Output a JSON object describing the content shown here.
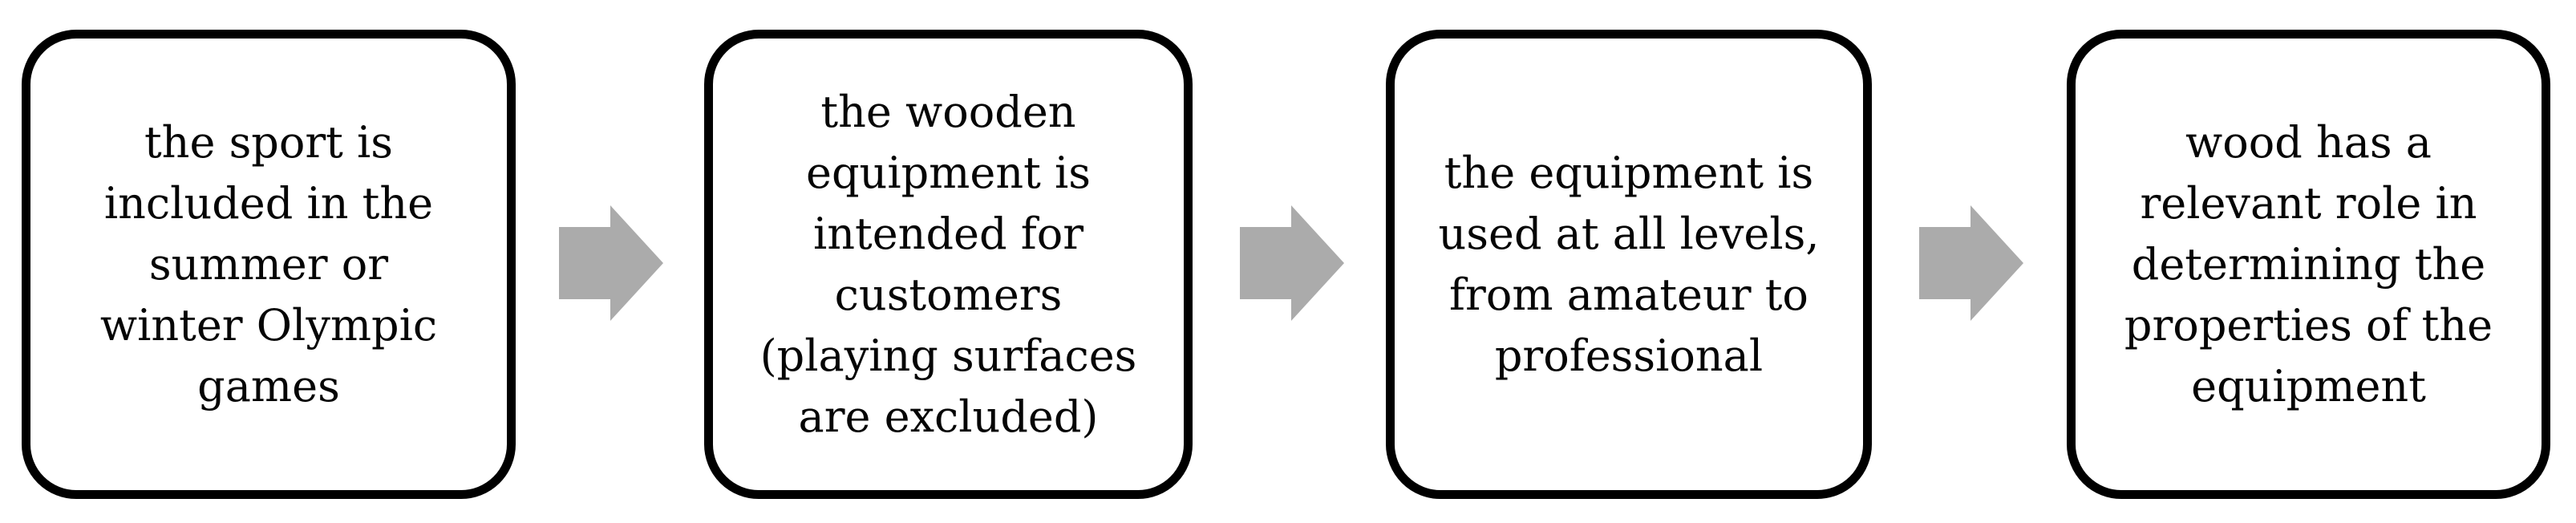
{
  "figure": {
    "background_color": "#ffffff",
    "box_border_color": "#000000",
    "text_color": "#050505",
    "arrow_color": "#ababab",
    "boxes": [
      {
        "text": "the sport is included in the summer or winter Olympic games",
        "lines": [
          "the sport is",
          "included in the",
          "summer or",
          "winter Olympic",
          "games"
        ]
      },
      {
        "text": "the wooden equipment is intended for customers (playing surfaces are excluded)",
        "lines": [
          "the wooden",
          "equipment is",
          "intended for",
          "customers",
          "(playing surfaces",
          "are excluded)"
        ]
      },
      {
        "text": "the equipment is used at all levels, from amateur to professional",
        "lines": [
          "the equipment is",
          "used at all levels,",
          "from amateur to",
          "professional"
        ]
      },
      {
        "text": "wood has a relevant role in determining the properties of the equipment",
        "lines": [
          "wood has a",
          "relevant role in",
          "determining the",
          "properties of the",
          "equipment"
        ]
      }
    ]
  }
}
